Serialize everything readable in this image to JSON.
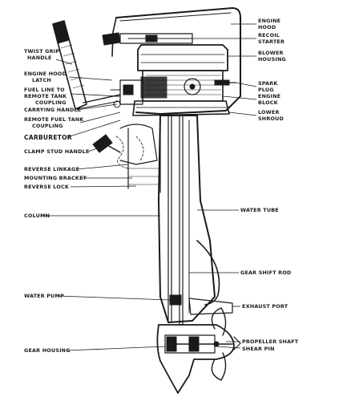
{
  "labels": {
    "engine_hood": [
      "ENGINE",
      "HOOD"
    ],
    "recoil_starter": [
      "RECOIL",
      "STARTER"
    ],
    "blower_housing": [
      "BLOWER",
      "HOUSING"
    ],
    "twist_grip_handle": [
      "TWIST GRIP",
      "HANDLE"
    ],
    "engine_hood_latch": [
      "ENGINE HOOD",
      "LATCH"
    ],
    "fuel_line": [
      "FUEL LINE TO",
      "REMOTE TANK",
      "COUPLING"
    ],
    "carrying_handle": "CARRYING HANDLE",
    "remote_fuel_tank_coupling": [
      "REMOTE FUEL TANK",
      "COUPLING"
    ],
    "spark_plug": [
      "SPARK",
      "PLUG"
    ],
    "engine_block": [
      "ENGINE",
      "BLOCK"
    ],
    "lower_shroud": [
      "LOWER",
      "SHROUD"
    ],
    "carburetor": "CARBURETOR",
    "clamp_stud_handle": "CLAMP STUD HANDLE",
    "reverse_linkage": "REVERSE LINKAGE",
    "mounting_bracket": "MOUNTING BRACKET",
    "reverse_lock": "REVERSE LOCK",
    "column": "COLUMN",
    "water_tube": "WATER TUBE",
    "gear_shift_rod": "GEAR SHIFT ROD",
    "water_pump": "WATER PUMP",
    "exhaust_port": "EXHAUST PORT",
    "propeller_shaft": "PROPELLER SHAFT",
    "shear_pin": "SHEAR PIN",
    "gear_housing": "GEAR HOUSING"
  }
}
